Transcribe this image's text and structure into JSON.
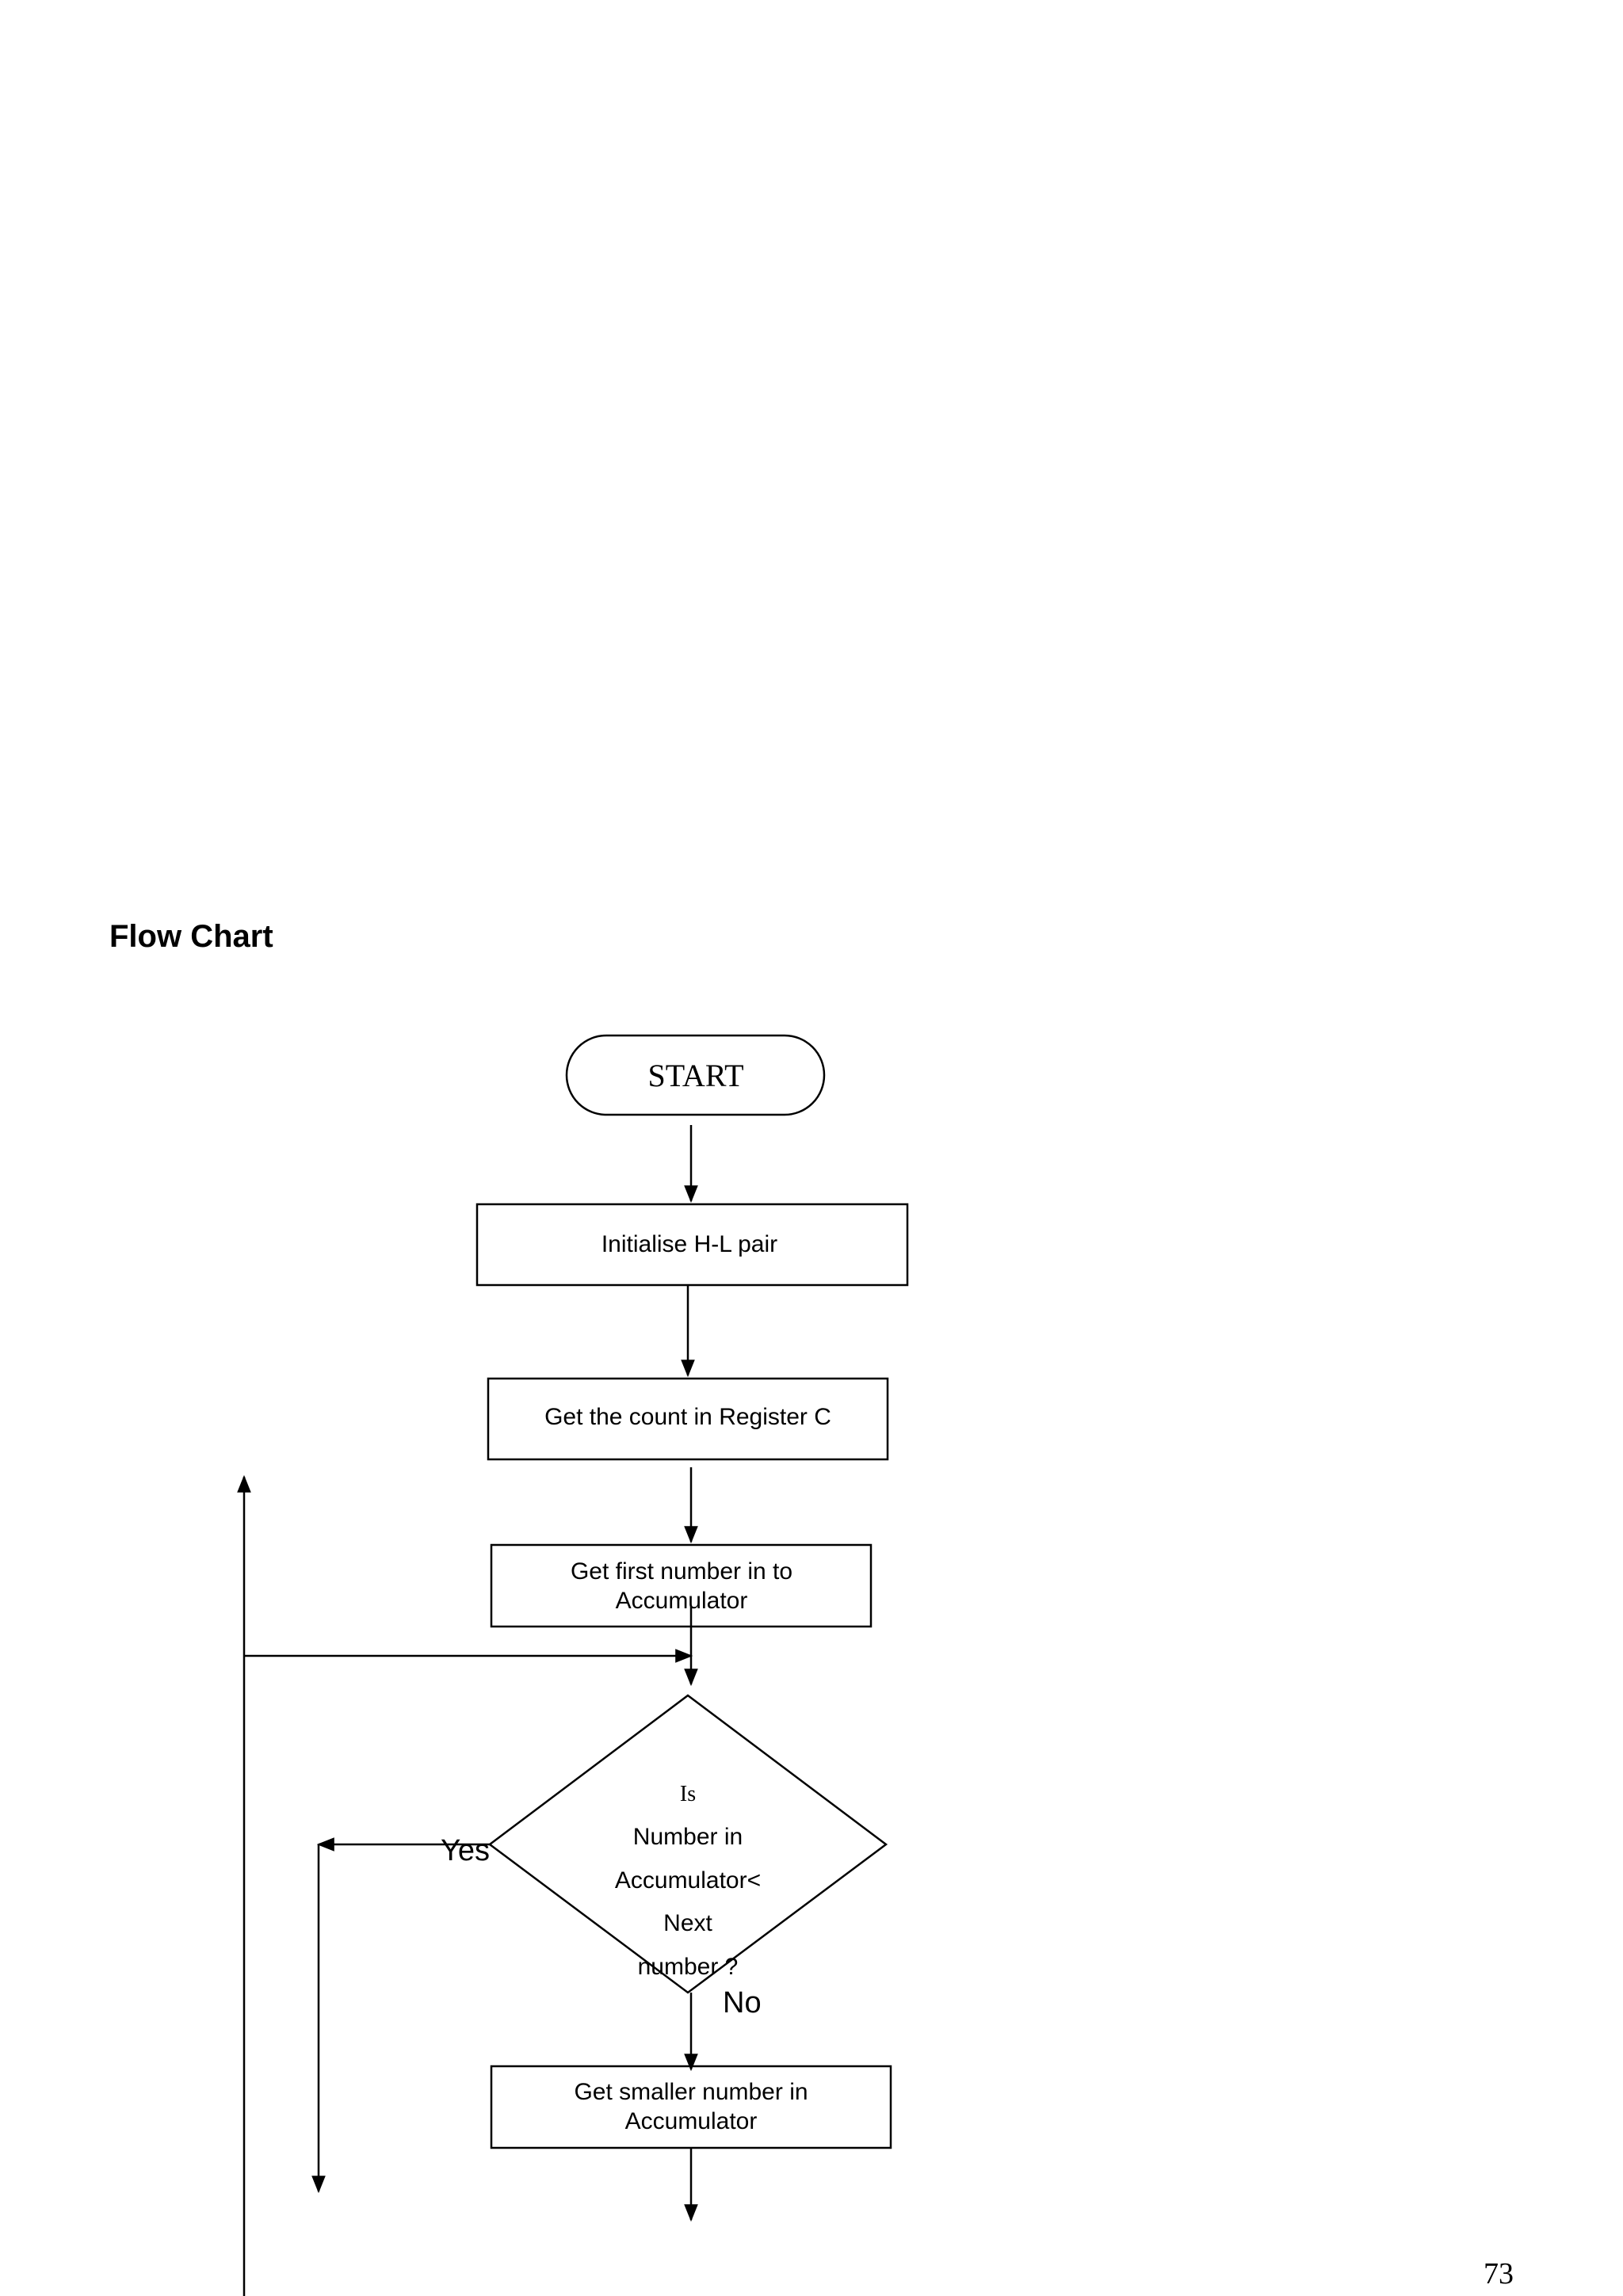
{
  "heading": "Flow Chart",
  "page_number": "73",
  "nodes": {
    "start": "START",
    "init_hl": "Initialise H-L pair",
    "get_count": "Get the count in  Register C",
    "get_first": [
      "Get first number in  to",
      "Accumulator"
    ],
    "decision": [
      "Is",
      "Number in",
      "Accumulator<",
      "Next",
      "number ?"
    ],
    "get_smaller": [
      "Get smaller number in",
      "Accumulator"
    ]
  },
  "edge_labels": {
    "yes": "Yes",
    "no": "No"
  },
  "colors": {
    "stroke": "#000000",
    "background": "#ffffff"
  }
}
